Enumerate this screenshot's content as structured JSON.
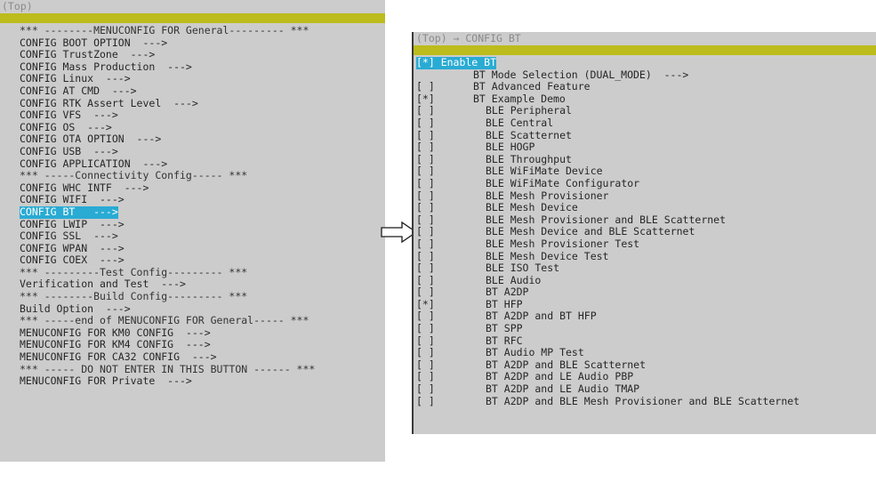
{
  "colors": {
    "panel_background": "#cccccc",
    "accent_bar": "#bcbc1c",
    "selection": "#29abd4",
    "selection_text": "#ffffff",
    "text": "#262626",
    "title_text": "#8a8a8a",
    "border": "#3a3a3a"
  },
  "left_panel": {
    "title": "(Top)",
    "rows": [
      {
        "text": "*** --------MENUCONFIG FOR General--------- ***",
        "type": "separator",
        "selected": false
      },
      {
        "text": "CONFIG BOOT OPTION  --->",
        "type": "submenu",
        "selected": false
      },
      {
        "text": "CONFIG TrustZone  --->",
        "type": "submenu",
        "selected": false
      },
      {
        "text": "CONFIG Mass Production  --->",
        "type": "submenu",
        "selected": false
      },
      {
        "text": "CONFIG Linux  --->",
        "type": "submenu",
        "selected": false
      },
      {
        "text": "CONFIG AT CMD  --->",
        "type": "submenu",
        "selected": false
      },
      {
        "text": "CONFIG RTK Assert Level  --->",
        "type": "submenu",
        "selected": false
      },
      {
        "text": "CONFIG VFS  --->",
        "type": "submenu",
        "selected": false
      },
      {
        "text": "CONFIG OS  --->",
        "type": "submenu",
        "selected": false
      },
      {
        "text": "CONFIG OTA OPTION  --->",
        "type": "submenu",
        "selected": false
      },
      {
        "text": "CONFIG USB  --->",
        "type": "submenu",
        "selected": false
      },
      {
        "text": "CONFIG APPLICATION  --->",
        "type": "submenu",
        "selected": false
      },
      {
        "text": "*** -----Connectivity Config----- ***",
        "type": "separator",
        "selected": false
      },
      {
        "text": "CONFIG WHC INTF  --->",
        "type": "submenu",
        "selected": false
      },
      {
        "text": "CONFIG WIFI  --->",
        "type": "submenu",
        "selected": false
      },
      {
        "text": "CONFIG BT   --->",
        "type": "submenu",
        "selected": true
      },
      {
        "text": "CONFIG LWIP  --->",
        "type": "submenu",
        "selected": false
      },
      {
        "text": "CONFIG SSL  --->",
        "type": "submenu",
        "selected": false
      },
      {
        "text": "CONFIG WPAN  --->",
        "type": "submenu",
        "selected": false
      },
      {
        "text": "CONFIG COEX  --->",
        "type": "submenu",
        "selected": false
      },
      {
        "text": "*** ---------Test Config--------- ***",
        "type": "separator",
        "selected": false
      },
      {
        "text": "Verification and Test  --->",
        "type": "submenu",
        "selected": false
      },
      {
        "text": "*** --------Build Config--------- ***",
        "type": "separator",
        "selected": false
      },
      {
        "text": "Build Option  --->",
        "type": "submenu",
        "selected": false
      },
      {
        "text": "*** -----end of MENUCONFIG FOR General----- ***",
        "type": "separator",
        "selected": false
      },
      {
        "text": "MENUCONFIG FOR KM0 CONFIG  --->",
        "type": "submenu",
        "selected": false
      },
      {
        "text": "MENUCONFIG FOR KM4 CONFIG  --->",
        "type": "submenu",
        "selected": false
      },
      {
        "text": "MENUCONFIG FOR CA32 CONFIG  --->",
        "type": "submenu",
        "selected": false
      },
      {
        "text": "*** ----- DO NOT ENTER IN THIS BUTTON ------ ***",
        "type": "separator",
        "selected": false
      },
      {
        "text": "MENUCONFIG FOR Private  --->",
        "type": "submenu",
        "selected": false
      }
    ]
  },
  "right_panel": {
    "title": "(Top) → CONFIG BT",
    "rows": [
      {
        "mark": "[*]",
        "label": "Enable BT",
        "indent": 1,
        "selected": true
      },
      {
        "mark": "",
        "label": "BT Mode Selection (DUAL_MODE)  --->",
        "indent": 1,
        "selected": false
      },
      {
        "mark": "[ ]",
        "label": "BT Advanced Feature",
        "indent": 1,
        "selected": false
      },
      {
        "mark": "[*]",
        "label": "BT Example Demo",
        "indent": 1,
        "selected": false
      },
      {
        "mark": "[ ]",
        "label": "BLE Peripheral",
        "indent": 2,
        "selected": false
      },
      {
        "mark": "[ ]",
        "label": "BLE Central",
        "indent": 2,
        "selected": false
      },
      {
        "mark": "[ ]",
        "label": "BLE Scatternet",
        "indent": 2,
        "selected": false
      },
      {
        "mark": "[ ]",
        "label": "BLE HOGP",
        "indent": 2,
        "selected": false
      },
      {
        "mark": "[ ]",
        "label": "BLE Throughput",
        "indent": 2,
        "selected": false
      },
      {
        "mark": "[ ]",
        "label": "BLE WiFiMate Device",
        "indent": 2,
        "selected": false
      },
      {
        "mark": "[ ]",
        "label": "BLE WiFiMate Configurator",
        "indent": 2,
        "selected": false
      },
      {
        "mark": "[ ]",
        "label": "BLE Mesh Provisioner",
        "indent": 2,
        "selected": false
      },
      {
        "mark": "[ ]",
        "label": "BLE Mesh Device",
        "indent": 2,
        "selected": false
      },
      {
        "mark": "[ ]",
        "label": "BLE Mesh Provisioner and BLE Scatternet",
        "indent": 2,
        "selected": false
      },
      {
        "mark": "[ ]",
        "label": "BLE Mesh Device and BLE Scatternet",
        "indent": 2,
        "selected": false
      },
      {
        "mark": "[ ]",
        "label": "BLE Mesh Provisioner Test",
        "indent": 2,
        "selected": false
      },
      {
        "mark": "[ ]",
        "label": "BLE Mesh Device Test",
        "indent": 2,
        "selected": false
      },
      {
        "mark": "[ ]",
        "label": "BLE ISO Test",
        "indent": 2,
        "selected": false
      },
      {
        "mark": "[ ]",
        "label": "BLE Audio",
        "indent": 2,
        "selected": false
      },
      {
        "mark": "[ ]",
        "label": "BT A2DP",
        "indent": 2,
        "selected": false
      },
      {
        "mark": "[*]",
        "label": "BT HFP",
        "indent": 2,
        "selected": false
      },
      {
        "mark": "[ ]",
        "label": "BT A2DP and BT HFP",
        "indent": 2,
        "selected": false
      },
      {
        "mark": "[ ]",
        "label": "BT SPP",
        "indent": 2,
        "selected": false
      },
      {
        "mark": "[ ]",
        "label": "BT RFC",
        "indent": 2,
        "selected": false
      },
      {
        "mark": "[ ]",
        "label": "BT Audio MP Test",
        "indent": 2,
        "selected": false
      },
      {
        "mark": "[ ]",
        "label": "BT A2DP and BLE Scatternet",
        "indent": 2,
        "selected": false
      },
      {
        "mark": "[ ]",
        "label": "BT A2DP and LE Audio PBP",
        "indent": 2,
        "selected": false
      },
      {
        "mark": "[ ]",
        "label": "BT A2DP and LE Audio TMAP",
        "indent": 2,
        "selected": false
      },
      {
        "mark": "[ ]",
        "label": "BT A2DP and BLE Mesh Provisioner and BLE Scatternet",
        "indent": 2,
        "selected": false
      }
    ]
  },
  "annotation": {
    "arrow_label": "flow-arrow-right"
  }
}
